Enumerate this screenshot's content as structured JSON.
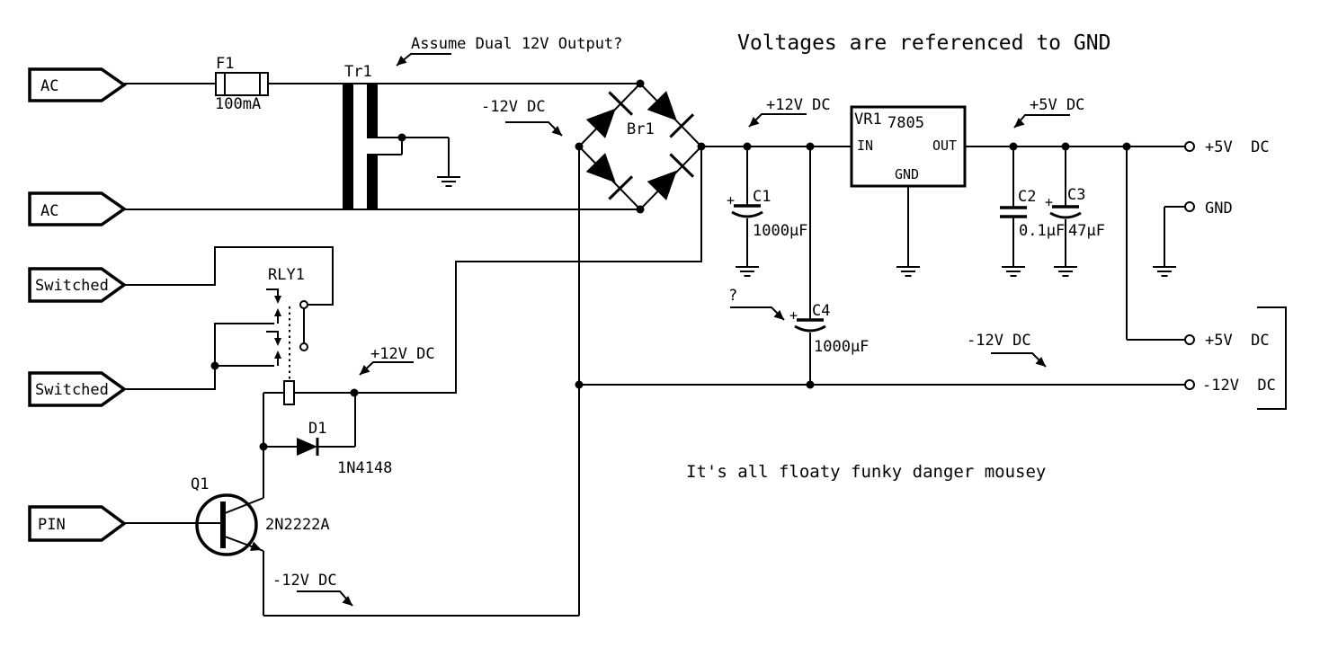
{
  "notes": {
    "top": "Voltages are referenced to GND",
    "bottom": "It's all floaty funky danger mousey",
    "assume": "Assume Dual 12V Output?",
    "question": "?"
  },
  "net_labels": {
    "minus12_bridge": "-12V DC",
    "plus12_c1": "+12V DC",
    "plus5_c2": "+5V DC",
    "plus12_relay": "+12V DC",
    "minus12_mid": "-12V DC",
    "minus12_emitter": "-12V DC"
  },
  "connectors": {
    "ac1": "AC",
    "ac2": "AC",
    "switched1": "Switched",
    "switched2": "Switched",
    "pin": "PIN"
  },
  "components": {
    "f1": {
      "ref": "F1",
      "value": "100mA"
    },
    "tr1": {
      "ref": "Tr1"
    },
    "br1": {
      "ref": "Br1"
    },
    "vr1": {
      "ref": "VR1",
      "value": "7805",
      "pin_in": "IN",
      "pin_out": "OUT",
      "pin_gnd": "GND"
    },
    "rly1": {
      "ref": "RLY1"
    },
    "d1": {
      "ref": "D1",
      "value": "1N4148"
    },
    "q1": {
      "ref": "Q1",
      "value": "2N2222A"
    },
    "c1": {
      "ref": "C1",
      "value": "1000µF",
      "polarity": "+"
    },
    "c2": {
      "ref": "C2",
      "value": "0.1µF"
    },
    "c3": {
      "ref": "C3",
      "value": "47µF",
      "polarity": "+"
    },
    "c4": {
      "ref": "C4",
      "value": "1000µF",
      "polarity": "+"
    }
  },
  "outputs": {
    "plus5_top": "+5V  DC",
    "gnd": "GND",
    "plus5_mid": "+5V  DC",
    "minus12": "-12V  DC"
  },
  "colors": {
    "ink": "#000000",
    "background": "#ffffff"
  }
}
